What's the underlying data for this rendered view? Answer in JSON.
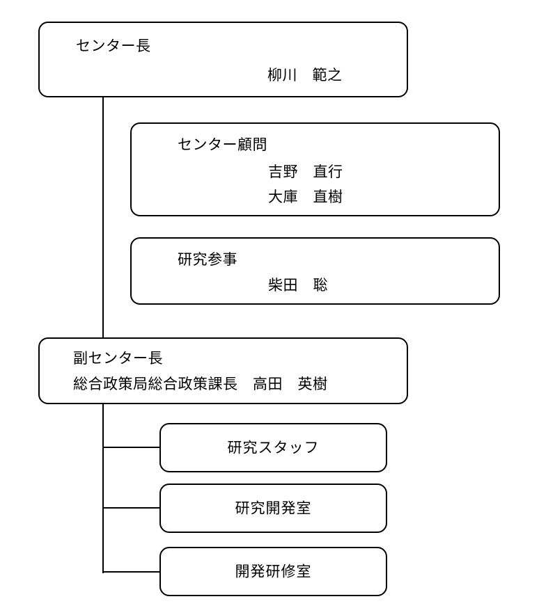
{
  "chart": {
    "kind": "organization-chart",
    "language": "ja",
    "background_color": "#ffffff",
    "line_color": "#000000",
    "text_color": "#000000"
  },
  "director": {
    "title": "センター長",
    "name": "柳川　範之"
  },
  "advisor": {
    "title": "センター顧問",
    "names": [
      "吉野　直行",
      "大庫　直樹"
    ]
  },
  "counselor": {
    "title": "研究参事",
    "name": "柴田　聡"
  },
  "deputy": {
    "title": "副センター長",
    "subtitle": "総合政策局総合政策課長　高田　英樹"
  },
  "units": [
    {
      "label": "研究スタッフ"
    },
    {
      "label": "研究開発室"
    },
    {
      "label": "開発研修室"
    }
  ]
}
